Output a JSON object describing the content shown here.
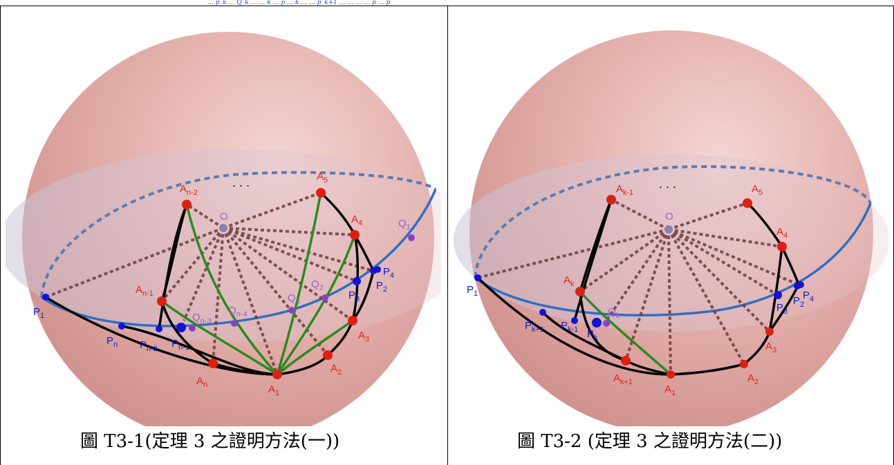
{
  "header_strip": "…  p_k  …  Q_k … … k  …  p … k … …  p_k+1 … … …  … p … p",
  "figure_left": {
    "caption": "圖 T3-1(定理 3 之證明方法(一))",
    "ellipsis": ". . .",
    "center_label": "O",
    "vertex_labels": [
      "A",
      "n-2",
      "A",
      "5",
      "A",
      "4",
      "A",
      "n-1",
      "A",
      "3",
      "A",
      "2",
      "A",
      "n",
      "A",
      "1"
    ],
    "point_labels": [
      "P",
      "1",
      "P",
      "n",
      "P",
      "n-2",
      "P",
      "n-1",
      "P",
      "3",
      "P",
      "2",
      "P",
      "4"
    ],
    "q_labels": [
      "Q",
      "1",
      "Q",
      "2",
      "Q",
      "3",
      "Q",
      "n-4",
      "Q",
      "n-3"
    ]
  },
  "figure_right": {
    "caption": "圖 T3-2 (定理 3 之證明方法(二))",
    "ellipsis": ". . .",
    "center_label": "O",
    "vertex_labels": [
      "A",
      "k-1",
      "A",
      "5",
      "A",
      "4",
      "A",
      "k",
      "A",
      "3",
      "A",
      "2",
      "A",
      "k+1",
      "A",
      "1"
    ],
    "point_labels": [
      "P",
      "1",
      "P",
      "k+1",
      "P",
      "k-1",
      "P",
      "k",
      "P",
      "3",
      "P",
      "2",
      "P",
      "4"
    ],
    "q_labels": [
      "Q",
      "k"
    ]
  },
  "colors": {
    "sphere": "#e4b1ad",
    "equator": "#2e6fc4",
    "vertex": "#e01e14",
    "p_point": "#1212d8",
    "q_point": "#8a3fc8",
    "green_edge": "#2a8a1e",
    "radius_dash": "#6b3c3c"
  }
}
